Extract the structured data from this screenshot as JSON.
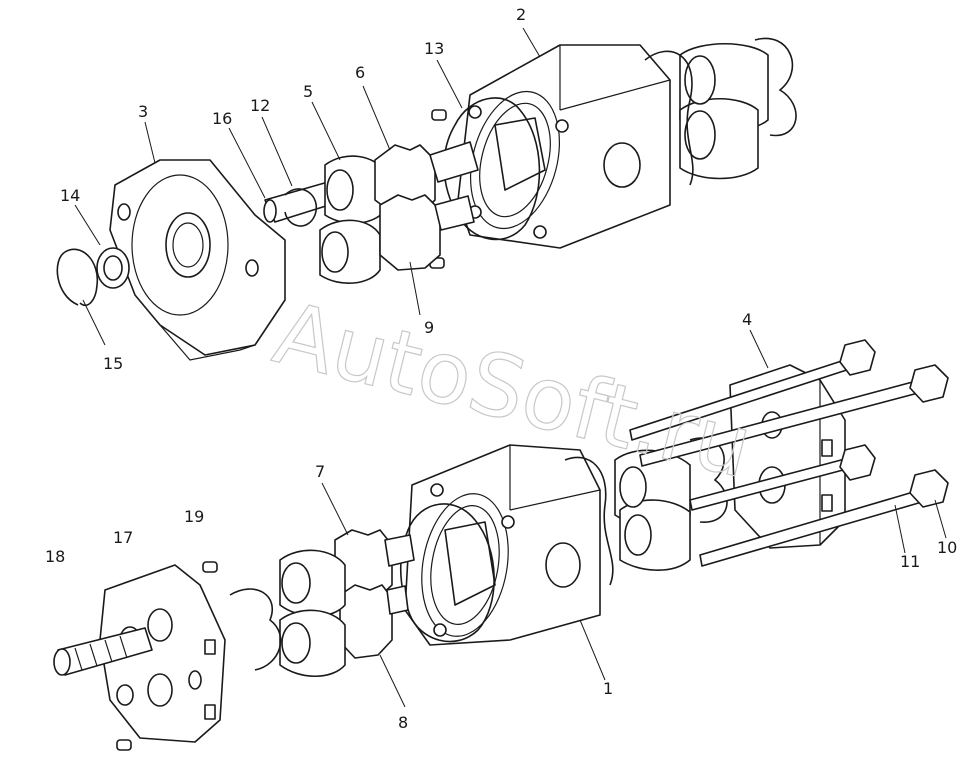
{
  "watermark": "AutoSoft.ru",
  "callouts": {
    "c1": "1",
    "c2": "2",
    "c3": "3",
    "c4": "4",
    "c5": "5",
    "c6": "6",
    "c7": "7",
    "c8": "8",
    "c9": "9",
    "c10": "10",
    "c11": "11",
    "c12": "12",
    "c13": "13",
    "c14": "14",
    "c15": "15",
    "c16": "16",
    "c17": "17",
    "c18": "18",
    "c19": "19"
  }
}
